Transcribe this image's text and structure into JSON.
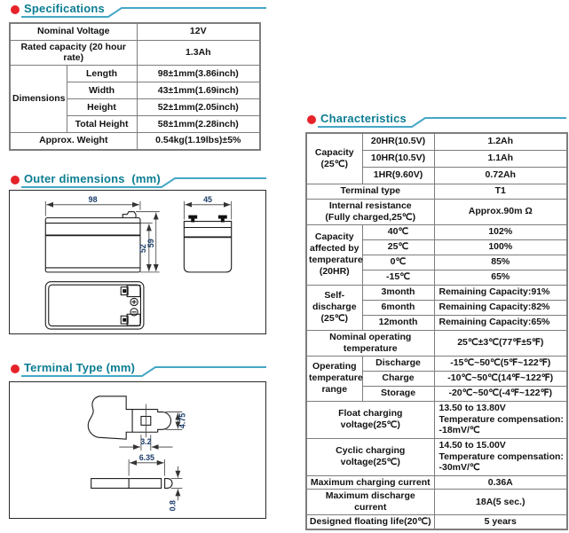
{
  "specifications": {
    "title": "Specifications",
    "nominal_voltage_label": "Nominal Voltage",
    "nominal_voltage_value": "12V",
    "rated_capacity_label": "Rated capacity (20 hour rate)",
    "rated_capacity_value": "1.3Ah",
    "dimensions_label": "Dimensions",
    "dim_rows": [
      {
        "label": "Length",
        "value": "98±1mm(3.86inch)"
      },
      {
        "label": "Width",
        "value": "43±1mm(1.69inch)"
      },
      {
        "label": "Height",
        "value": "52±1mm(2.05inch)"
      },
      {
        "label": "Total Height",
        "value": "58±1mm(2.28inch)"
      }
    ],
    "weight_label": "Approx. Weight",
    "weight_value": "0.54kg(1.19lbs)±5%"
  },
  "outer_dimensions": {
    "title": "Outer dimensions  (mm)",
    "front_width": "98",
    "side_width": "45",
    "case_height": "52",
    "total_height": "59"
  },
  "terminal_type": {
    "title": "Terminal Type (mm)",
    "tab_height": "4.75",
    "slot_width": "3.2",
    "tab_length": "6.35",
    "tab_thickness": "0.8"
  },
  "characteristics": {
    "title": "Characteristics",
    "capacity_label": "Capacity\n(25℃)",
    "capacity_rows": [
      {
        "label": "20HR(10.5V)",
        "value": "1.2Ah"
      },
      {
        "label": "10HR(10.5V)",
        "value": "1.1Ah"
      },
      {
        "label": "1HR(9.60V)",
        "value": "0.72Ah"
      }
    ],
    "terminal_type_label": "Terminal type",
    "terminal_type_value": "T1",
    "internal_resistance_label": "Internal resistance\n(Fully charged,25℃)",
    "internal_resistance_value": "Approx.90m Ω",
    "capacity_temp_label": "Capacity\naffected by\ntemperature\n(20HR)",
    "capacity_temp_rows": [
      {
        "label": "40℃",
        "value": "102%"
      },
      {
        "label": "25℃",
        "value": "100%"
      },
      {
        "label": "0℃",
        "value": "85%"
      },
      {
        "label": "-15℃",
        "value": "65%"
      }
    ],
    "self_discharge_label": "Self-discharge\n(25℃)",
    "self_discharge_rows": [
      {
        "label": "3month",
        "value": "Remaining Capacity:91%"
      },
      {
        "label": "6month",
        "value": "Remaining Capacity:82%"
      },
      {
        "label": "12month",
        "value": "Remaining Capacity:65%"
      }
    ],
    "nominal_temp_label": "Nominal operating\ntemperature",
    "nominal_temp_value": "25℃±3℃(77℉±5℉)",
    "op_temp_label": "Operating\ntemperature\nrange",
    "op_temp_rows": [
      {
        "label": "Discharge",
        "value": "-15℃~50℃(5℉~122℉)"
      },
      {
        "label": "Charge",
        "value": "-10℃~50℃(14℉~122℉)"
      },
      {
        "label": "Storage",
        "value": "-20℃~50℃(-4℉~122℉)"
      }
    ],
    "float_charge_label": "Float charging voltage(25℃)",
    "float_charge_value": "13.50 to 13.80V\nTemperature compensation:\n-18mV/℃",
    "cyclic_charge_label": "Cyclic charging voltage(25℃)",
    "cyclic_charge_value": "14.50 to 15.00V\nTemperature compensation:\n-30mV/℃",
    "max_charge_label": "Maximum charging current",
    "max_charge_value": "0.36A",
    "max_discharge_label": "Maximum discharge current",
    "max_discharge_value": "18A(5 sec.)",
    "float_life_label": "Designed floating life(20℃)",
    "float_life_value": "5 years"
  }
}
